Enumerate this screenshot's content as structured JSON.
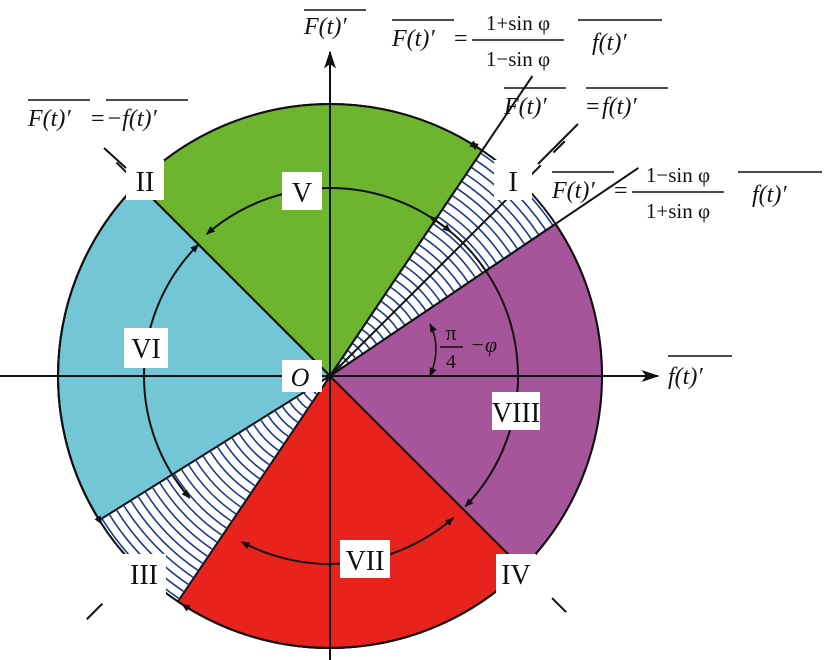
{
  "colors": {
    "sector_V": "#6db52f",
    "sector_VI": "#72c6d6",
    "sector_VII": "#e8221c",
    "sector_VIII": "#a7559b",
    "hatch": "#1e3a8a",
    "line": "#111111"
  },
  "axes": {
    "origin_label": "O",
    "x_axis_label": "f(t)′",
    "y_axis_label": "F(t)′"
  },
  "boundary_labels": {
    "I": "I",
    "II": "II",
    "III": "III",
    "IV": "IV"
  },
  "sector_labels": {
    "V": "V",
    "VI": "VI",
    "VII": "VII",
    "VIII": "VIII"
  },
  "angle_label": {
    "numerator": "π",
    "denominator": "4",
    "rhs": "−φ"
  },
  "equations": {
    "line_II": {
      "lhs": "F(t)′",
      "equals": "=",
      "rhs": "−f(t)′"
    },
    "upper": {
      "lhs": "F(t)′",
      "equals": "=",
      "numerator": "1+sin φ",
      "denominator": "1−sin φ",
      "rhs": "f(t)′"
    },
    "line_I": {
      "lhs": "F(t)′",
      "equals": "=",
      "rhs": "f(t)′"
    },
    "lower": {
      "lhs": "F(t)′",
      "equals": "=",
      "numerator": "1−sin φ",
      "denominator": "1+sin φ",
      "rhs": "f(t)′"
    }
  }
}
